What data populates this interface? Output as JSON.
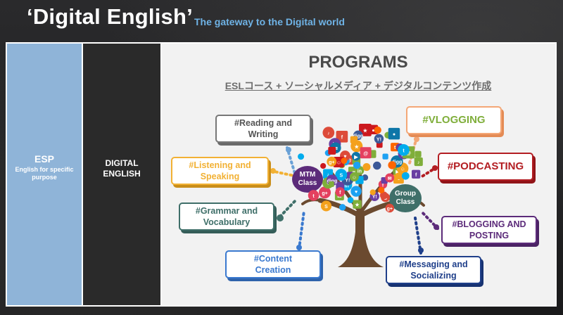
{
  "header": {
    "title": "‘Digital English’",
    "subtitle": "The gateway to the Digital world"
  },
  "left_column": {
    "title": "ESP",
    "subtitle": "English for specific purpose"
  },
  "middle_column": {
    "label": "DIGITAL\nENGLISH"
  },
  "programs": {
    "title": "PROGRAMS",
    "subtitle": "ESLコース + ソーシャルメディア + デジタルコンテンツ作成",
    "tree_labels": {
      "mtm": "MTM\nClass",
      "group": "Group\nClass"
    },
    "boxes": {
      "reading": "#Reading and\nWriting",
      "listening": "#Listening and\nSpeaking",
      "grammar": "#Grammar and\nVocabulary",
      "content": "#Content\nCreation",
      "vlogging": "#VLOGGING",
      "podcasting": "#PODCASTING",
      "blogging": "#BLOGGING AND\nPOSTING",
      "messaging": "#Messaging and\nSocializing"
    }
  },
  "icon_glyphs": [
    "f",
    "t",
    "@",
    "S",
    "Y!",
    "g+",
    "in",
    "♪",
    "●",
    "✉",
    "♥",
    "★",
    "digg",
    "▶",
    "☺"
  ],
  "colors": {
    "accent_blue": "#6fb3e6",
    "esp_blue": "#8fb4d8",
    "tree_brown": "#6b4a2f",
    "bubble_purple": "#5c2b7a",
    "bubble_teal": "#3f6f69"
  }
}
